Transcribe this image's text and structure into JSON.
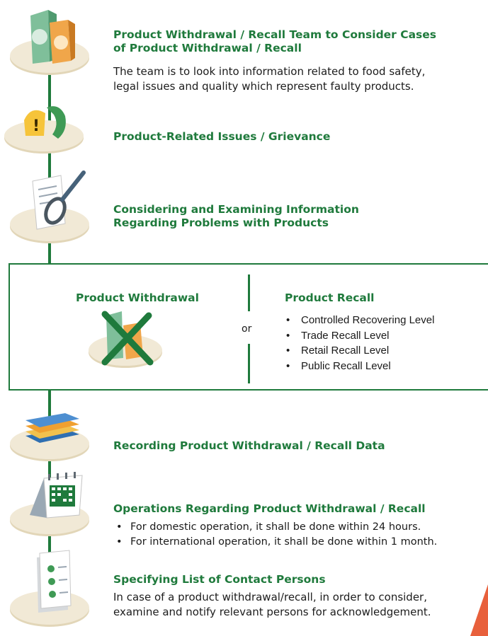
{
  "steps": [
    {
      "title": "Product Withdrawal / Recall Team to Consider Cases\nof Product Withdrawal / Recall",
      "text": "The team is to look into information related to food safety,\nlegal issues and quality which represent faulty products.",
      "icon": "product-boxes-icon"
    },
    {
      "title": "Product-Related Issues / Grievance",
      "icon": "telephone-warning-icon"
    },
    {
      "title": "Considering and Examining Information\nRegarding Problems with Products",
      "icon": "magnifier-document-icon"
    },
    {
      "title": "Recording Product Withdrawal / Recall Data",
      "icon": "folders-icon"
    },
    {
      "title": "Operations Regarding Product Withdrawal / Recall",
      "bullets": [
        "For domestic operation, it shall be done within 24 hours.",
        "For international operation, it shall be done within 1 month."
      ],
      "icon": "calendar-icon"
    },
    {
      "title": "Specifying List of Contact Persons",
      "text": "In case of a product withdrawal/recall, in order to consider,\nexamine and notify relevant persons for acknowledgement.",
      "icon": "contact-list-icon"
    }
  ],
  "decision": {
    "withdrawal_title": "Product Withdrawal",
    "or": "or",
    "recall_title": "Product Recall",
    "recall_levels": [
      "Controlled Recovering Level",
      "Trade Recall Level",
      "Retail Recall Level",
      "Public Recall Level"
    ]
  },
  "colors": {
    "accent_green": "#1f7a3c",
    "plate": "#efe6d0",
    "corner_orange": "#e8603c"
  }
}
